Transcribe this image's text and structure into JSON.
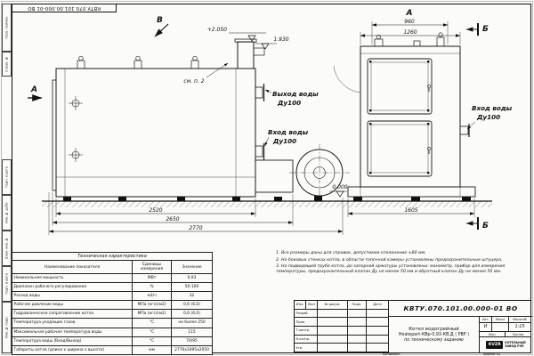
{
  "frame": {
    "rotated_doc_number": "КВТУ.070.101.00.000-01  ВО",
    "margin_labels": [
      "Перв. примен.",
      "Справ. №",
      "Подп. и дата",
      "Инв. № дубл.",
      "Взам. инв. №",
      "Подп. и дата",
      "Инв. № подл."
    ],
    "copied_label": "Копировал",
    "format_label": "Формат  А3"
  },
  "drawing": {
    "side_view": {
      "marker_a": "А",
      "marker_v": "В",
      "see_note": "см. п. 2",
      "elev_top": "+2.050",
      "elev_mid": "1.930",
      "elev_zero": "0.000",
      "dim_inner": "2520",
      "dim_mid": "2650",
      "dim_overall": "2770",
      "outlet_label_1": "Выход воды",
      "outlet_label_2": "Ду100",
      "inlet_label_1": "Вход воды",
      "inlet_label_2": "Ду100"
    },
    "front_view": {
      "marker_view": "А",
      "marker_section_top": "Б",
      "marker_section_bottom": "Б",
      "dim_top": "960",
      "dim_mid": "1260",
      "dim_overall": "1605",
      "inlet_label_1": "Вход воды",
      "inlet_label_2": "Ду100"
    }
  },
  "tech_table": {
    "title": "Техническая характеристика",
    "headers": [
      "Наименование показателя",
      "Единицы измерения",
      "Значение"
    ],
    "rows": [
      {
        "name": "Номинальная мощность",
        "unit": "МВт",
        "value": "0,93"
      },
      {
        "name": "Диапазон рабочего регулирования",
        "unit": "%",
        "value": "50-100"
      },
      {
        "name": "Расход воды",
        "unit": "м3/ч",
        "value": "32"
      },
      {
        "name": "Рабочее давление воды",
        "unit": "МПа (кгс/см2)",
        "value": "0,6 (6,0)"
      },
      {
        "name": "Гидравлическое сопротивление котла",
        "unit": "МПа (кгс/см2)",
        "value": "0,6 (6,0)"
      },
      {
        "name": "Температура уходящих газов",
        "unit": "°С",
        "value": "не более 250"
      },
      {
        "name": "Максимальная рабочая температура воды",
        "unit": "°С",
        "value": "115"
      },
      {
        "name": "Температура воды (Вход/Выход)",
        "unit": "°С",
        "value": "70/95"
      },
      {
        "name": "Габариты котла (длина х ширина х высота)",
        "unit": "мм",
        "value": "2770х1695х2050"
      }
    ]
  },
  "notes": {
    "items": [
      "1.  Все размеры даны для справок, допустимое отклонение ±80 мм.",
      "2.  На боковых стенках котла, в области топочной камеры установлены предохранительные штуцера.",
      "3.  На подводящей трубе котла, до запорной арматуры установлены: манометр, прибор для измерения температуры, предохранительный клапан Ду не менее 50 мм и обратный клапан Ду не менее 50 мм."
    ]
  },
  "title_block": {
    "doc_number": "КВТУ.070.101.00.000-01  ВО",
    "header_cells": [
      "Изм.",
      "Лист",
      "№ докум.",
      "Подп.",
      "Дата"
    ],
    "row_labels": [
      "Разраб.",
      "Пров.",
      "Т.контр.",
      "Н.контр.",
      "Утв."
    ],
    "name_line1": "Котел водогрейный",
    "name_line2": "Heatepart-КВр-0,93-КВ,Д ( РВР )",
    "name_line3": "по техническому заданию",
    "lit_label": "Лит.",
    "lit_value": "И",
    "mass_label": "Масса",
    "scale_label": "Масштаб",
    "scale_value": "1:15",
    "sheet_label": "Лист",
    "sheets_label": "Листов",
    "org_logo": "KVZR",
    "org_name_1": "котельный",
    "org_name_2": "завод РЭП"
  }
}
